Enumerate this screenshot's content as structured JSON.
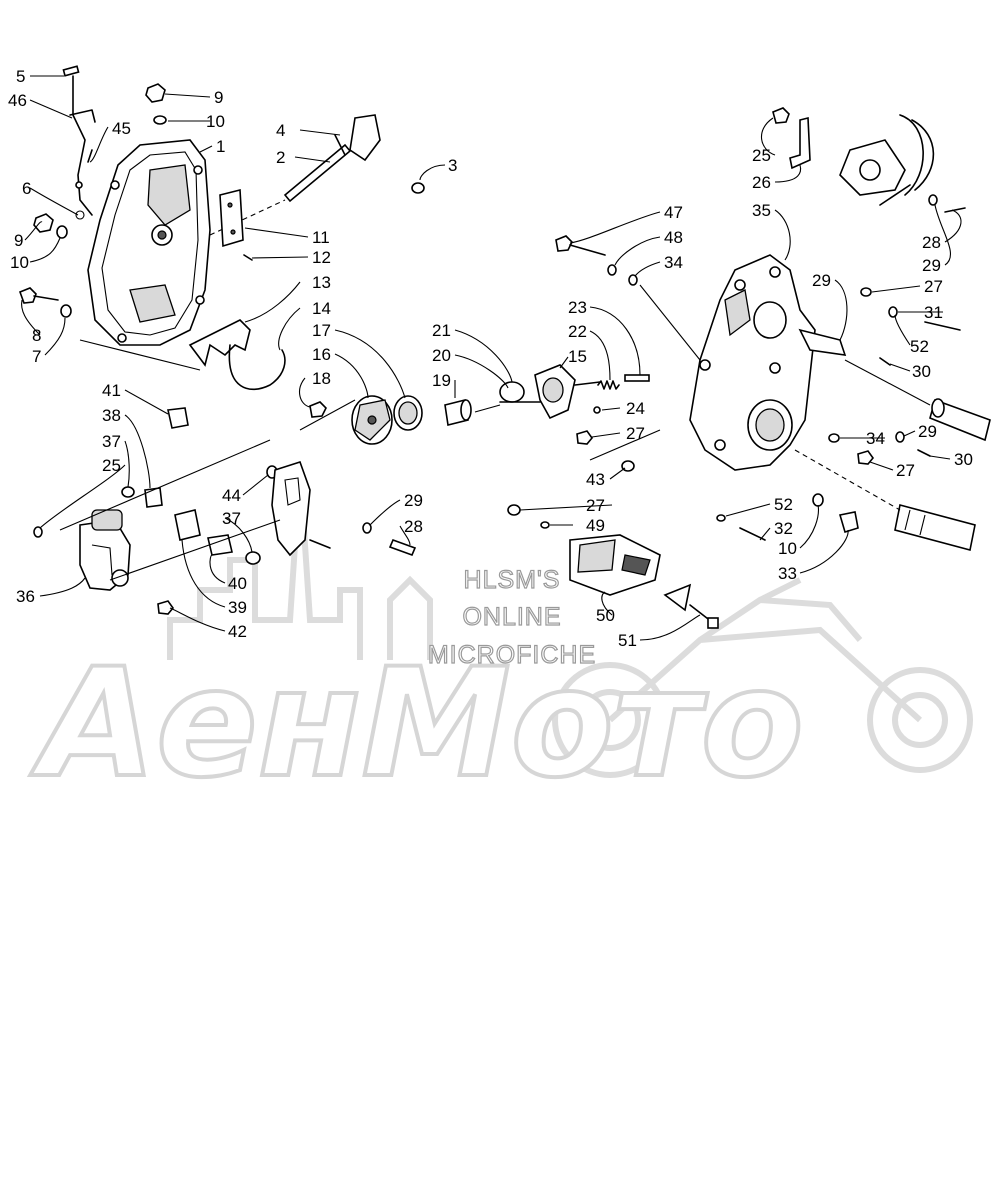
{
  "watermark": {
    "lines": [
      "HLSM'S",
      "ONLINE",
      "MICROFICHE"
    ],
    "brand": "АенМото"
  },
  "callouts": [
    {
      "id": "c5",
      "text": "5"
    },
    {
      "id": "c46",
      "text": "46"
    },
    {
      "id": "c45",
      "text": "45"
    },
    {
      "id": "c6",
      "text": "6"
    },
    {
      "id": "c9a",
      "text": "9"
    },
    {
      "id": "c10a",
      "text": "10"
    },
    {
      "id": "c8",
      "text": "8"
    },
    {
      "id": "c7",
      "text": "7"
    },
    {
      "id": "c9b",
      "text": "9"
    },
    {
      "id": "c10b",
      "text": "10"
    },
    {
      "id": "c1",
      "text": "1"
    },
    {
      "id": "c4",
      "text": "4"
    },
    {
      "id": "c2",
      "text": "2"
    },
    {
      "id": "c3",
      "text": "3"
    },
    {
      "id": "c11",
      "text": "11"
    },
    {
      "id": "c12",
      "text": "12"
    },
    {
      "id": "c13",
      "text": "13"
    },
    {
      "id": "c14",
      "text": "14"
    },
    {
      "id": "c17",
      "text": "17"
    },
    {
      "id": "c16",
      "text": "16"
    },
    {
      "id": "c18",
      "text": "18"
    },
    {
      "id": "c21",
      "text": "21"
    },
    {
      "id": "c20",
      "text": "20"
    },
    {
      "id": "c19",
      "text": "19"
    },
    {
      "id": "c23",
      "text": "23"
    },
    {
      "id": "c22",
      "text": "22"
    },
    {
      "id": "c15",
      "text": "15"
    },
    {
      "id": "c24",
      "text": "24"
    },
    {
      "id": "c27a",
      "text": "27"
    },
    {
      "id": "c43",
      "text": "43"
    },
    {
      "id": "c47",
      "text": "47"
    },
    {
      "id": "c48",
      "text": "48"
    },
    {
      "id": "c34a",
      "text": "34"
    },
    {
      "id": "c35",
      "text": "35"
    },
    {
      "id": "c25a",
      "text": "25"
    },
    {
      "id": "c26",
      "text": "26"
    },
    {
      "id": "c28a",
      "text": "28"
    },
    {
      "id": "c29a",
      "text": "29"
    },
    {
      "id": "c29b",
      "text": "29"
    },
    {
      "id": "c27b",
      "text": "27"
    },
    {
      "id": "c31",
      "text": "31"
    },
    {
      "id": "c52a",
      "text": "52"
    },
    {
      "id": "c30a",
      "text": "30"
    },
    {
      "id": "c34b",
      "text": "34"
    },
    {
      "id": "c29c",
      "text": "29"
    },
    {
      "id": "c27c",
      "text": "27"
    },
    {
      "id": "c30b",
      "text": "30"
    },
    {
      "id": "c52b",
      "text": "52"
    },
    {
      "id": "c32",
      "text": "32"
    },
    {
      "id": "c10c",
      "text": "10"
    },
    {
      "id": "c33",
      "text": "33"
    },
    {
      "id": "c27d",
      "text": "27"
    },
    {
      "id": "c49",
      "text": "49"
    },
    {
      "id": "c50",
      "text": "50"
    },
    {
      "id": "c51",
      "text": "51"
    },
    {
      "id": "c41",
      "text": "41"
    },
    {
      "id": "c38",
      "text": "38"
    },
    {
      "id": "c37a",
      "text": "37"
    },
    {
      "id": "c25b",
      "text": "25"
    },
    {
      "id": "c36",
      "text": "36"
    },
    {
      "id": "c37b",
      "text": "37"
    },
    {
      "id": "c40",
      "text": "40"
    },
    {
      "id": "c39",
      "text": "39"
    },
    {
      "id": "c42",
      "text": "42"
    },
    {
      "id": "c44",
      "text": "44"
    },
    {
      "id": "c29d",
      "text": "29"
    },
    {
      "id": "c28b",
      "text": "28"
    }
  ]
}
